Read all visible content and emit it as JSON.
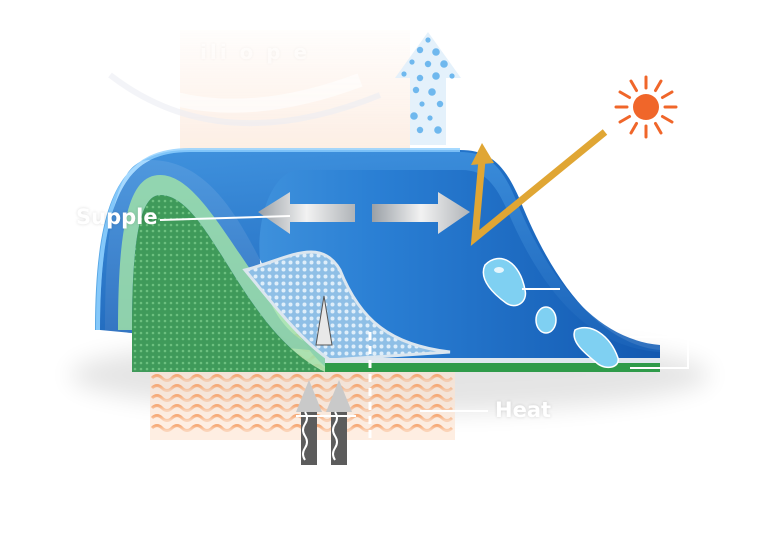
{
  "labels": {
    "supple": "Supple",
    "heat": "Heat",
    "top_faded": "ili  o  p  e"
  },
  "colors": {
    "outer_shell_blue": "#1f6fc7",
    "light_blue": "#6cb3ea",
    "green_layer": "#3aa150",
    "heat_waves": "#f4a06a",
    "sun": "#f0662a",
    "reflection_arrow": "#e0a634",
    "arrows_grey": "#c8c8c8"
  },
  "icons": [
    "sun-icon",
    "vapor-arrow-icon",
    "reflection-arrow-icon",
    "stretch-arrows-icon",
    "water-droplet-icon",
    "heat-arrow-icon"
  ]
}
